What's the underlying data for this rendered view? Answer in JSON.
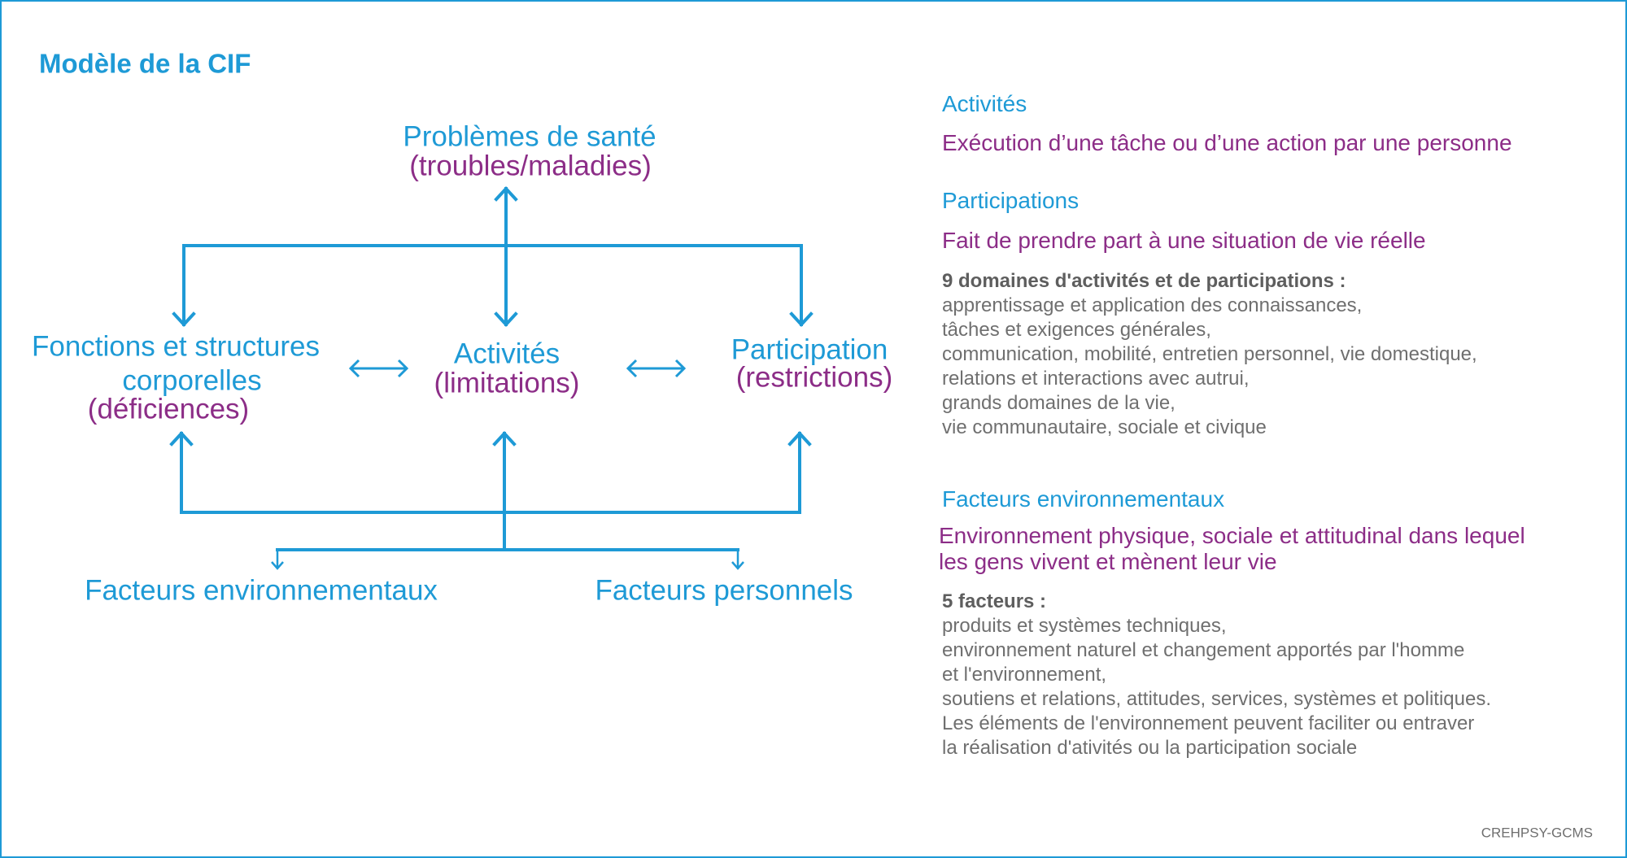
{
  "title": "Modèle de la CIF",
  "diagram": {
    "health": {
      "label": "Problèmes de santé",
      "sub": "(troubles/maladies)"
    },
    "body": {
      "line1": "Fonctions et structures",
      "line2": "corporelles",
      "sub": "(déficiences)"
    },
    "activities": {
      "label": "Activités",
      "sub": "(limitations)"
    },
    "participation": {
      "label": "Participation",
      "sub": "(restrictions)"
    },
    "environmental": "Facteurs environnementaux",
    "personal": "Facteurs personnels"
  },
  "definitions": {
    "activities": {
      "heading": "Activités",
      "text": "Exécution d’une tâche ou d’une action par une personne"
    },
    "participations": {
      "heading": "Participations",
      "text": "Fait de prendre part à une situation de vie réelle"
    },
    "domains": {
      "heading": "9 domaines d'activités et de participations :",
      "items": [
        "apprentissage et application des connaissances,",
        "tâches et exigences générales,",
        "communication, mobilité, entretien personnel, vie domestique,",
        "relations et interactions avec autrui,",
        "grands domaines de la vie,",
        "vie communautaire, sociale et civique"
      ]
    },
    "environmental": {
      "heading": "Facteurs environnementaux",
      "text_lines": [
        "Environnement physique, sociale et attitudinal dans lequel",
        "les gens vivent et mènent leur vie"
      ]
    },
    "factors": {
      "heading": "5 facteurs :",
      "lines": [
        "produits et systèmes techniques,",
        "environnement naturel et changement apportés par l'homme",
        "et l'environnement,",
        "soutiens et relations, attitudes, services, systèmes et politiques.",
        "Les éléments de l'environnement peuvent faciliter ou entraver",
        "la réalisation d'ativités ou la participation sociale"
      ]
    }
  },
  "credit": "CREHPSY-GCMS",
  "colors": {
    "primary_blue": "#1e9ad6",
    "secondary_purple": "#8c2d87",
    "text_gray": "#6f6f6f",
    "heading_gray": "#5e5e5e"
  }
}
